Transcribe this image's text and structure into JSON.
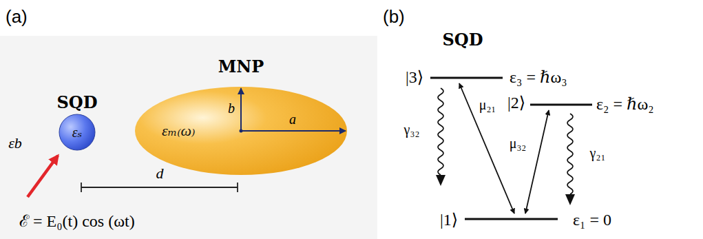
{
  "diagram": {
    "nodes": [
      {
        "text": [
          "SQD",
          "εₛ"
        ]
      },
      {
        "text": [
          "MNP",
          "εₘ₍ω₎"
        ]
      }
    ],
    "labels": [
      "(a)",
      "εb",
      "b",
      "a",
      "d",
      "ℰ = E₀(t) cos (ωt)",
      "(b)",
      "SQD",
      "|3⟩",
      "ε₃ = ℏω₃",
      "|2⟩",
      "ε₂ = ℏω₂",
      "μ₂₁",
      "μ₃₂",
      "γ₃₂",
      "γ₂₁",
      "|1⟩",
      "ε₁ = 0"
    ]
  }
}
